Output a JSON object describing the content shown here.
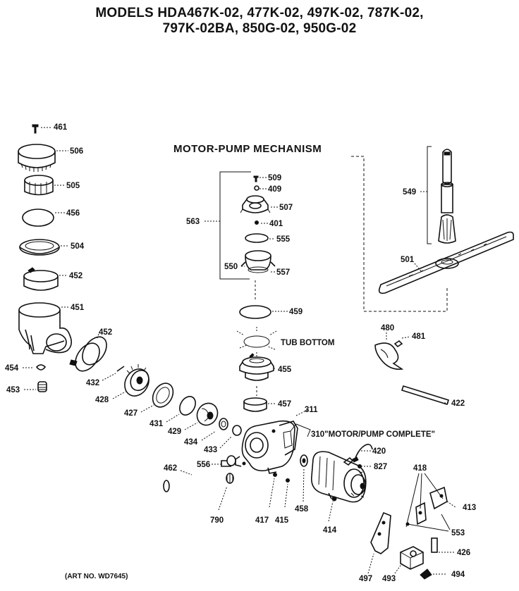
{
  "header": {
    "title_line1": "MODELS HDA467K-02, 477K-02, 497K-02, 787K-02,",
    "title_line2": "797K-02BA, 850G-02, 950G-02"
  },
  "section_title": "MOTOR-PUMP MECHANISM",
  "art_number": "(ART NO. WD7645)",
  "annotations": {
    "tub_bottom": "TUB BOTTOM",
    "motor_pump_complete": "310\"MOTOR/PUMP COMPLETE\""
  },
  "parts": {
    "p461": "461",
    "p506": "506",
    "p505": "505",
    "p456": "456",
    "p504": "504",
    "p452a": "452",
    "p451": "451",
    "p452b": "452",
    "p454": "454",
    "p453": "453",
    "p432": "432",
    "p428": "428",
    "p427": "427",
    "p431": "431",
    "p429": "429",
    "p434": "434",
    "p433": "433",
    "p462": "462",
    "p556": "556",
    "p790": "790",
    "p417": "417",
    "p415": "415",
    "p458": "458",
    "p414": "414",
    "p311": "311",
    "p420": "420",
    "p827": "827",
    "p509": "509",
    "p409": "409",
    "p507": "507",
    "p401": "401",
    "p563": "563",
    "p555": "555",
    "p550": "550",
    "p557": "557",
    "p459": "459",
    "p455": "455",
    "p457": "457",
    "p549": "549",
    "p501": "501",
    "p480": "480",
    "p481": "481",
    "p422": "422",
    "p418": "418",
    "p413": "413",
    "p553": "553",
    "p426": "426",
    "p497": "497",
    "p493": "493",
    "p494": "494"
  }
}
